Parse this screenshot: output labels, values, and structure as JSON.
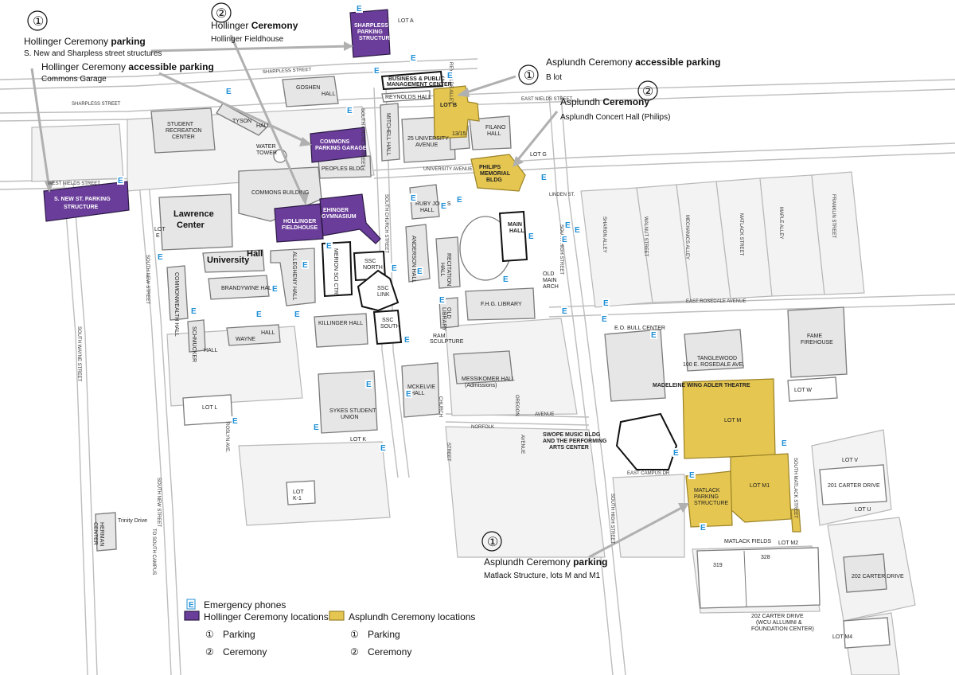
{
  "callouts": {
    "h_parking": {
      "num": "①",
      "line1a": "Hollinger Ceremony ",
      "line1b": "parking",
      "line2": "S. New and Sharpless street structures"
    },
    "h_ceremony": {
      "num": "②",
      "line1a": "Hollinger ",
      "line1b": "Ceremony",
      "line2": "Hollinger Fieldhouse"
    },
    "h_access": {
      "line1a": "Hollinger Ceremony ",
      "line1b": "accessible parking",
      "line2": "Commons Garage"
    },
    "a_access": {
      "num": "①",
      "line1a": "Asplundh Ceremony ",
      "line1b": "accessible parking",
      "line2": "B lot"
    },
    "a_ceremony": {
      "num": "②",
      "line1a": "Asplundh ",
      "line1b": "Ceremony",
      "line2": "Asplundh Concert Hall (Philips)"
    },
    "a_parking": {
      "num": "①",
      "line1a": "Asplundh Ceremony ",
      "line1b": "parking",
      "line2": "Matlack Structure, lots M and M1"
    }
  },
  "buildings": {
    "sharpless_ps": [
      "SHARPLESS",
      "PARKING",
      "STRUCTURE"
    ],
    "lot_a": "LOT A",
    "business": [
      "BUSINESS & PUBLIC",
      "MANAGEMENT CENTER"
    ],
    "reynolds": "REYNOLDS HALL",
    "lot_b": "LOT B",
    "goshen": [
      "GOSHEN",
      "HALL"
    ],
    "mitchell": "MITCHELL HALL",
    "student_rec": [
      "STUDENT",
      "RECREATION",
      "CENTER"
    ],
    "tyson": "TYSON",
    "hall": "HALL",
    "water_tower": [
      "WATER",
      "TOWER"
    ],
    "commons_pg": [
      "COMMONS",
      "PARKING GARAGE"
    ],
    "peoples": "PEOPLES BLDG.",
    "univ_ave_25": [
      "25 UNIVERSITY",
      "AVENUE"
    ],
    "filano": [
      "FILANO",
      "HALL"
    ],
    "n1315": "13/15",
    "lot_g": "LOT G",
    "philips": [
      "PHILIPS",
      "MEMORIAL",
      "BLDG"
    ],
    "s_new_ps": [
      "S. NEW ST. PARKING",
      "STRUCTURE"
    ],
    "commons_bldg": "COMMONS BUILDING",
    "lawrence": [
      "Lawrence",
      "Center"
    ],
    "hollinger_fh": [
      "HOLLINGER",
      "FIELDHOUSE"
    ],
    "ehinger": [
      "EHINGER",
      "GYMNASIUM"
    ],
    "ruby_jones": [
      "RUBY JONES",
      "HALL"
    ],
    "main_hall": [
      "MAIN",
      "HALL"
    ],
    "lot_e": [
      "LOT",
      "E"
    ],
    "university_hall_a": "University",
    "university_hall_b": "Hall",
    "allegheny": "ALLEGHENY HALL",
    "merion": "MERION SCI CTR",
    "ssc_north": [
      "SSC",
      "NORTH"
    ],
    "ssc_link": [
      "SSC",
      "LINK"
    ],
    "ssc_south": [
      "SSC",
      "SOUTH"
    ],
    "anderson": "ANDERSON HALL",
    "recitation": [
      "RECITATION",
      "HALL"
    ],
    "old_main_arch": [
      "OLD",
      "MAIN",
      "ARCH"
    ],
    "commonwealth": "COMMONWEALTH HALL",
    "brandywine": "BRANDYWINE HALL",
    "old_library": [
      "OLD",
      "LIBRARY"
    ],
    "fhg_library": "F.H.G. LIBRARY",
    "killinger": "KILLINGER HALL",
    "schmucker": "SCHMUCKER",
    "wayne": "WAYNE",
    "ram_sculpture": [
      "RAM",
      "SCULPTURE"
    ],
    "eo_bull": "E.O. BULL CENTER",
    "tanglewood": [
      "TANGLEWOOD",
      "100 E. ROSEDALE AVE."
    ],
    "fame": [
      "FAME",
      "FIREHOUSE"
    ],
    "mckelvie": [
      "MCKELVIE",
      "HALL"
    ],
    "messikomer": [
      "MESSIKOMER HALL",
      "(Admissions)"
    ],
    "madeleine": "MADELEINE WING ADLER THEATRE",
    "lot_m": "LOT M",
    "lot_w": "LOT W",
    "lot_l": "LOT L",
    "sykes": [
      "SYKES STUDENT",
      "UNION"
    ],
    "lot_k": "LOT K",
    "swope": [
      "SWOPE MUSIC BLDG",
      "AND THE PERFORMING",
      "ARTS CENTER"
    ],
    "lot_m1": "LOT M1",
    "lot_v": "LOT V",
    "carter_201": "201 CARTER DRIVE",
    "lot_u": "LOT U",
    "lot_k1": [
      "LOT",
      "K-1"
    ],
    "matlack_ps": [
      "MATLACK",
      "PARKING",
      "STRUCTURE"
    ],
    "matlack_fields": "MATLACK FIELDS",
    "lot_m2": "LOT M2",
    "f319": "319",
    "f328": "328",
    "carter_202": "202 CARTER DRIVE",
    "carter_202_wcu": [
      "202 CARTER DRIVE",
      "(WCU ALLUMNI &",
      "FOUNDATION CENTER)"
    ],
    "lot_m4": "LOT M4",
    "herman": [
      "HERMAN",
      "CENTER"
    ],
    "trinity": "Trinity Drive"
  },
  "streets": {
    "sharpless_street": "SHARPLESS STREET",
    "east_nields": "EAST NIELDS STREET",
    "west_nields": "WEST NIELDS STREET",
    "university_ave": "UNIVERSITY AVENUE",
    "south_church": "SOUTH CHURCH STREET",
    "linden": "LINDEN ST.",
    "sharon_alley": "SHARON ALLEY",
    "walnut": "WALNUT STREET",
    "mechanics": "MECHANICS ALLEY",
    "matlack_street": "MATLACK STREET",
    "maple": "MAPLE ALLEY",
    "franklin": "FRANKLIN STREET",
    "south_high": "SOUTH HIGH STREET",
    "south_new": "SOUTH NEW STREET",
    "south_wayne": "SOUTH WAYNE STREET",
    "east_rosedale": "EAST ROSEDALE AVENUE",
    "norfolk": "NORFOLK",
    "avenue": "AVENUE",
    "church": "CHURCH",
    "street": "STREET",
    "oregon": "OREGON",
    "avenue2": "AVENUE",
    "rosedale_ave": "ROSLYN AVE.",
    "east_campus_dr": "EAST CAMPUS DR",
    "south_matlack": "SOUTH MATLACK STREET",
    "to_south_campus": "TO SOUTH CAMPUS",
    "south_new2": "SOUTH NEW STREET",
    "reynolds_alley": "REYNOLDS ALLEY"
  },
  "legend": {
    "ephone_glyph": "E",
    "ephone_label": "Emergency phones",
    "hollinger_label": "Hollinger Ceremony locations",
    "asplundh_label": "Asplundh Ceremony locations",
    "h_parking": "Parking",
    "h_ceremony": "Ceremony",
    "a_parking": "Parking",
    "a_ceremony": "Ceremony",
    "n1": "①",
    "n2": "②"
  },
  "colors": {
    "hollinger_purple": "#6a3d9a",
    "asplundh_gold": "#e5c650",
    "ephone_blue": "#1f8fd6"
  }
}
